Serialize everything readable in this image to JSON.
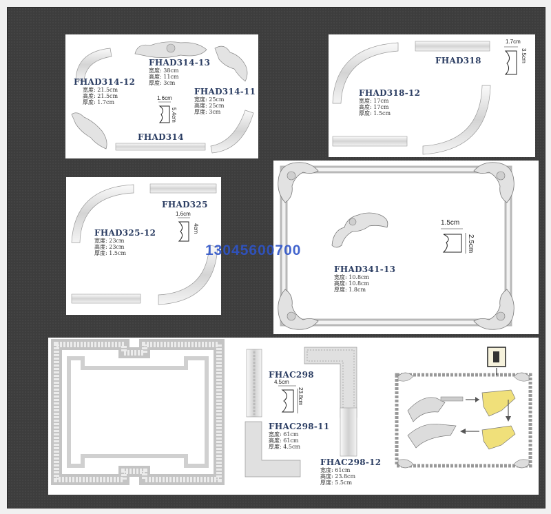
{
  "phone_watermark": "13045600700",
  "colors": {
    "background": "#3d3d3d",
    "panel": "#ffffff",
    "label": "#2c3e63",
    "watermark": "#2e54c8"
  },
  "products": {
    "fhad314": {
      "code": "FHAD314",
      "dim_w": "1.6cm",
      "dim_h": "5.4cm"
    },
    "fhad314_12": {
      "code": "FHAD314-12",
      "spec1": "宽度: 21.5cm",
      "spec2": "高度: 21.5cm",
      "spec3": "厚度: 1.7cm"
    },
    "fhad314_13": {
      "code": "FHAD314-13",
      "spec1": "宽度: 38cm",
      "spec2": "高度: 11cm",
      "spec3": "厚度: 3cm"
    },
    "fhad314_11": {
      "code": "FHAD314-11",
      "spec1": "宽度: 25cm",
      "spec2": "高度: 25cm",
      "spec3": "厚度: 3cm"
    },
    "fhad318": {
      "code": "FHAD318",
      "dim_w": "1.7cm",
      "dim_h": "3.5cm"
    },
    "fhad318_12": {
      "code": "FHAD318-12",
      "spec1": "宽度: 17cm",
      "spec2": "高度: 17cm",
      "spec3": "厚度: 1.5cm"
    },
    "fhad325": {
      "code": "FHAD325",
      "dim_w": "1.6cm",
      "dim_h": "4cm"
    },
    "fhad325_12": {
      "code": "FHAD325-12",
      "spec1": "宽度: 23cm",
      "spec2": "高度: 23cm",
      "spec3": "厚度: 1.5cm"
    },
    "fhad341_13": {
      "code": "FHAD341-13",
      "spec1": "宽度: 10.8cm",
      "spec2": "高度: 10.8cm",
      "spec3": "厚度: 1.8cm",
      "dim_w": "1.5cm",
      "dim_h": "2.5cm"
    },
    "fhac298": {
      "code": "FHAC298",
      "dim_w": "4.5cm",
      "dim_h": "23.8cm"
    },
    "fhac298_11": {
      "code": "FHAC298-11",
      "spec1": "宽度: 61cm",
      "spec2": "高度: 61cm",
      "spec3": "厚度: 4.5cm"
    },
    "fhac298_12": {
      "code": "FHAC298-12",
      "spec1": "宽度: 61cm",
      "spec2": "高度: 23.8cm",
      "spec3": "厚度: 5.5cm"
    }
  }
}
